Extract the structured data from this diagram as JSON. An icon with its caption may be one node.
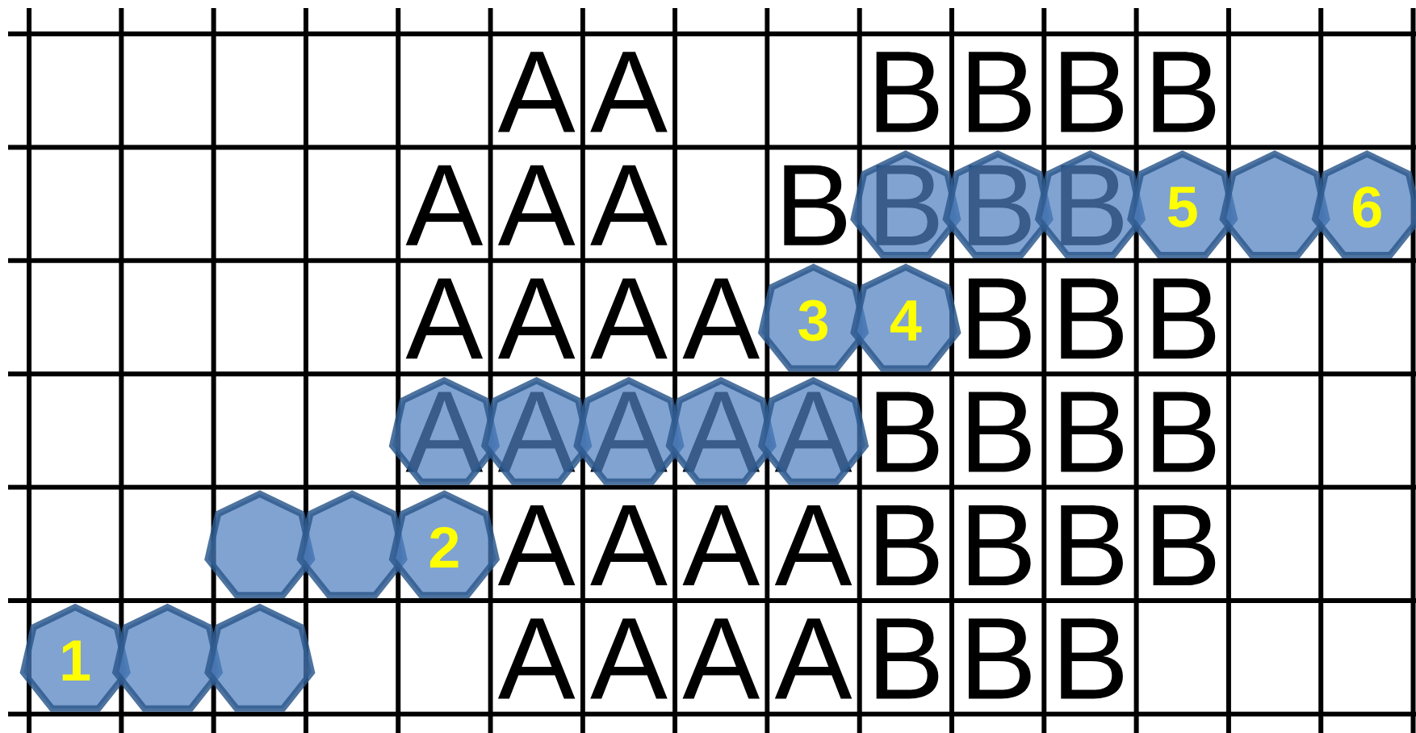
{
  "diagram": {
    "nodes": [
      {
        "text": [],
        "shape": "heptagon"
      },
      {
        "text": [],
        "shape": "heptagon"
      },
      {
        "text": [],
        "shape": "heptagon"
      },
      {
        "text": [
          "5"
        ]
      },
      {
        "text": [],
        "shape": "heptagon"
      },
      {
        "text": [
          "6"
        ]
      },
      {
        "text": [
          "3"
        ]
      },
      {
        "text": [
          "4"
        ]
      },
      {
        "text": [],
        "shape": "heptagon"
      },
      {
        "text": [],
        "shape": "heptagon"
      },
      {
        "text": [],
        "shape": "heptagon"
      },
      {
        "text": [],
        "shape": "heptagon"
      },
      {
        "text": [],
        "shape": "heptagon"
      },
      {
        "text": [],
        "shape": "heptagon"
      },
      {
        "text": [],
        "shape": "heptagon"
      },
      {
        "text": [
          "2"
        ]
      },
      {
        "text": [
          "1"
        ]
      },
      {
        "text": [],
        "shape": "heptagon"
      },
      {
        "text": [],
        "shape": "heptagon"
      }
    ],
    "labels": [
      "A",
      "A",
      "B",
      "B",
      "B",
      "B",
      "A",
      "A",
      "A",
      "B",
      "B",
      "B",
      "B",
      "A",
      "A",
      "A",
      "A",
      "B",
      "B",
      "B",
      "A",
      "A",
      "A",
      "A",
      "A",
      "B",
      "B",
      "B",
      "B",
      "A",
      "A",
      "A",
      "A",
      "B",
      "B",
      "B",
      "B",
      "A",
      "A",
      "A",
      "A",
      "B",
      "B",
      "B"
    ]
  }
}
